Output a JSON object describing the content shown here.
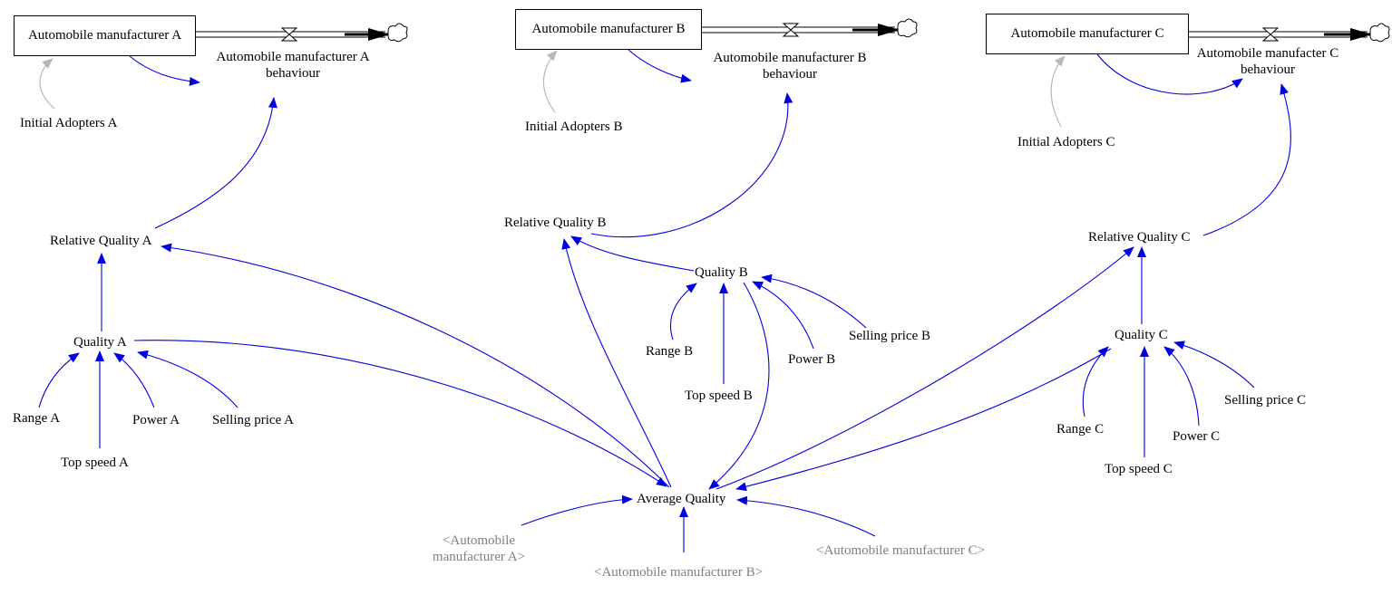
{
  "stocks": {
    "a": "Automobile manufacturer A",
    "b": "Automobile manufacturer B",
    "c": "Automobile manufacturer C"
  },
  "flows": {
    "a_line1": "Automobile manufacturer A",
    "a_line2": "behaviour",
    "b_line1": "Automobile manufacturer B",
    "b_line2": "behaviour",
    "c_line1": "Automobile manufacter C",
    "c_line2": "behaviour"
  },
  "initial_adopters": {
    "a": "Initial Adopters A",
    "b": "Initial Adopters B",
    "c": "Initial Adopters C"
  },
  "relative_quality": {
    "a": "Relative Quality A",
    "b": "Relative Quality B",
    "c": "Relative Quality C"
  },
  "quality": {
    "a": "Quality A",
    "b": "Quality B",
    "c": "Quality C"
  },
  "inputs": {
    "range_a": "Range A",
    "top_speed_a": "Top speed A",
    "power_a": "Power A",
    "selling_price_a": "Selling price A",
    "range_b": "Range B",
    "top_speed_b": "Top speed B",
    "power_b": "Power B",
    "selling_price_b": "Selling price B",
    "range_c": "Range C",
    "top_speed_c": "Top speed C",
    "power_c": "Power C",
    "selling_price_c": "Selling price C"
  },
  "average_quality": "Average Quality",
  "shadow": {
    "a_line1": "<Automobile",
    "a_line2": "manufacturer A>",
    "b": "<Automobile manufacturer B>",
    "c": "<Automobile manufacturer C>"
  },
  "colors": {
    "link": "#0000e0",
    "init_link": "#b8b8b8",
    "shadow_text": "#808080",
    "flow_pipe": "#000000"
  }
}
